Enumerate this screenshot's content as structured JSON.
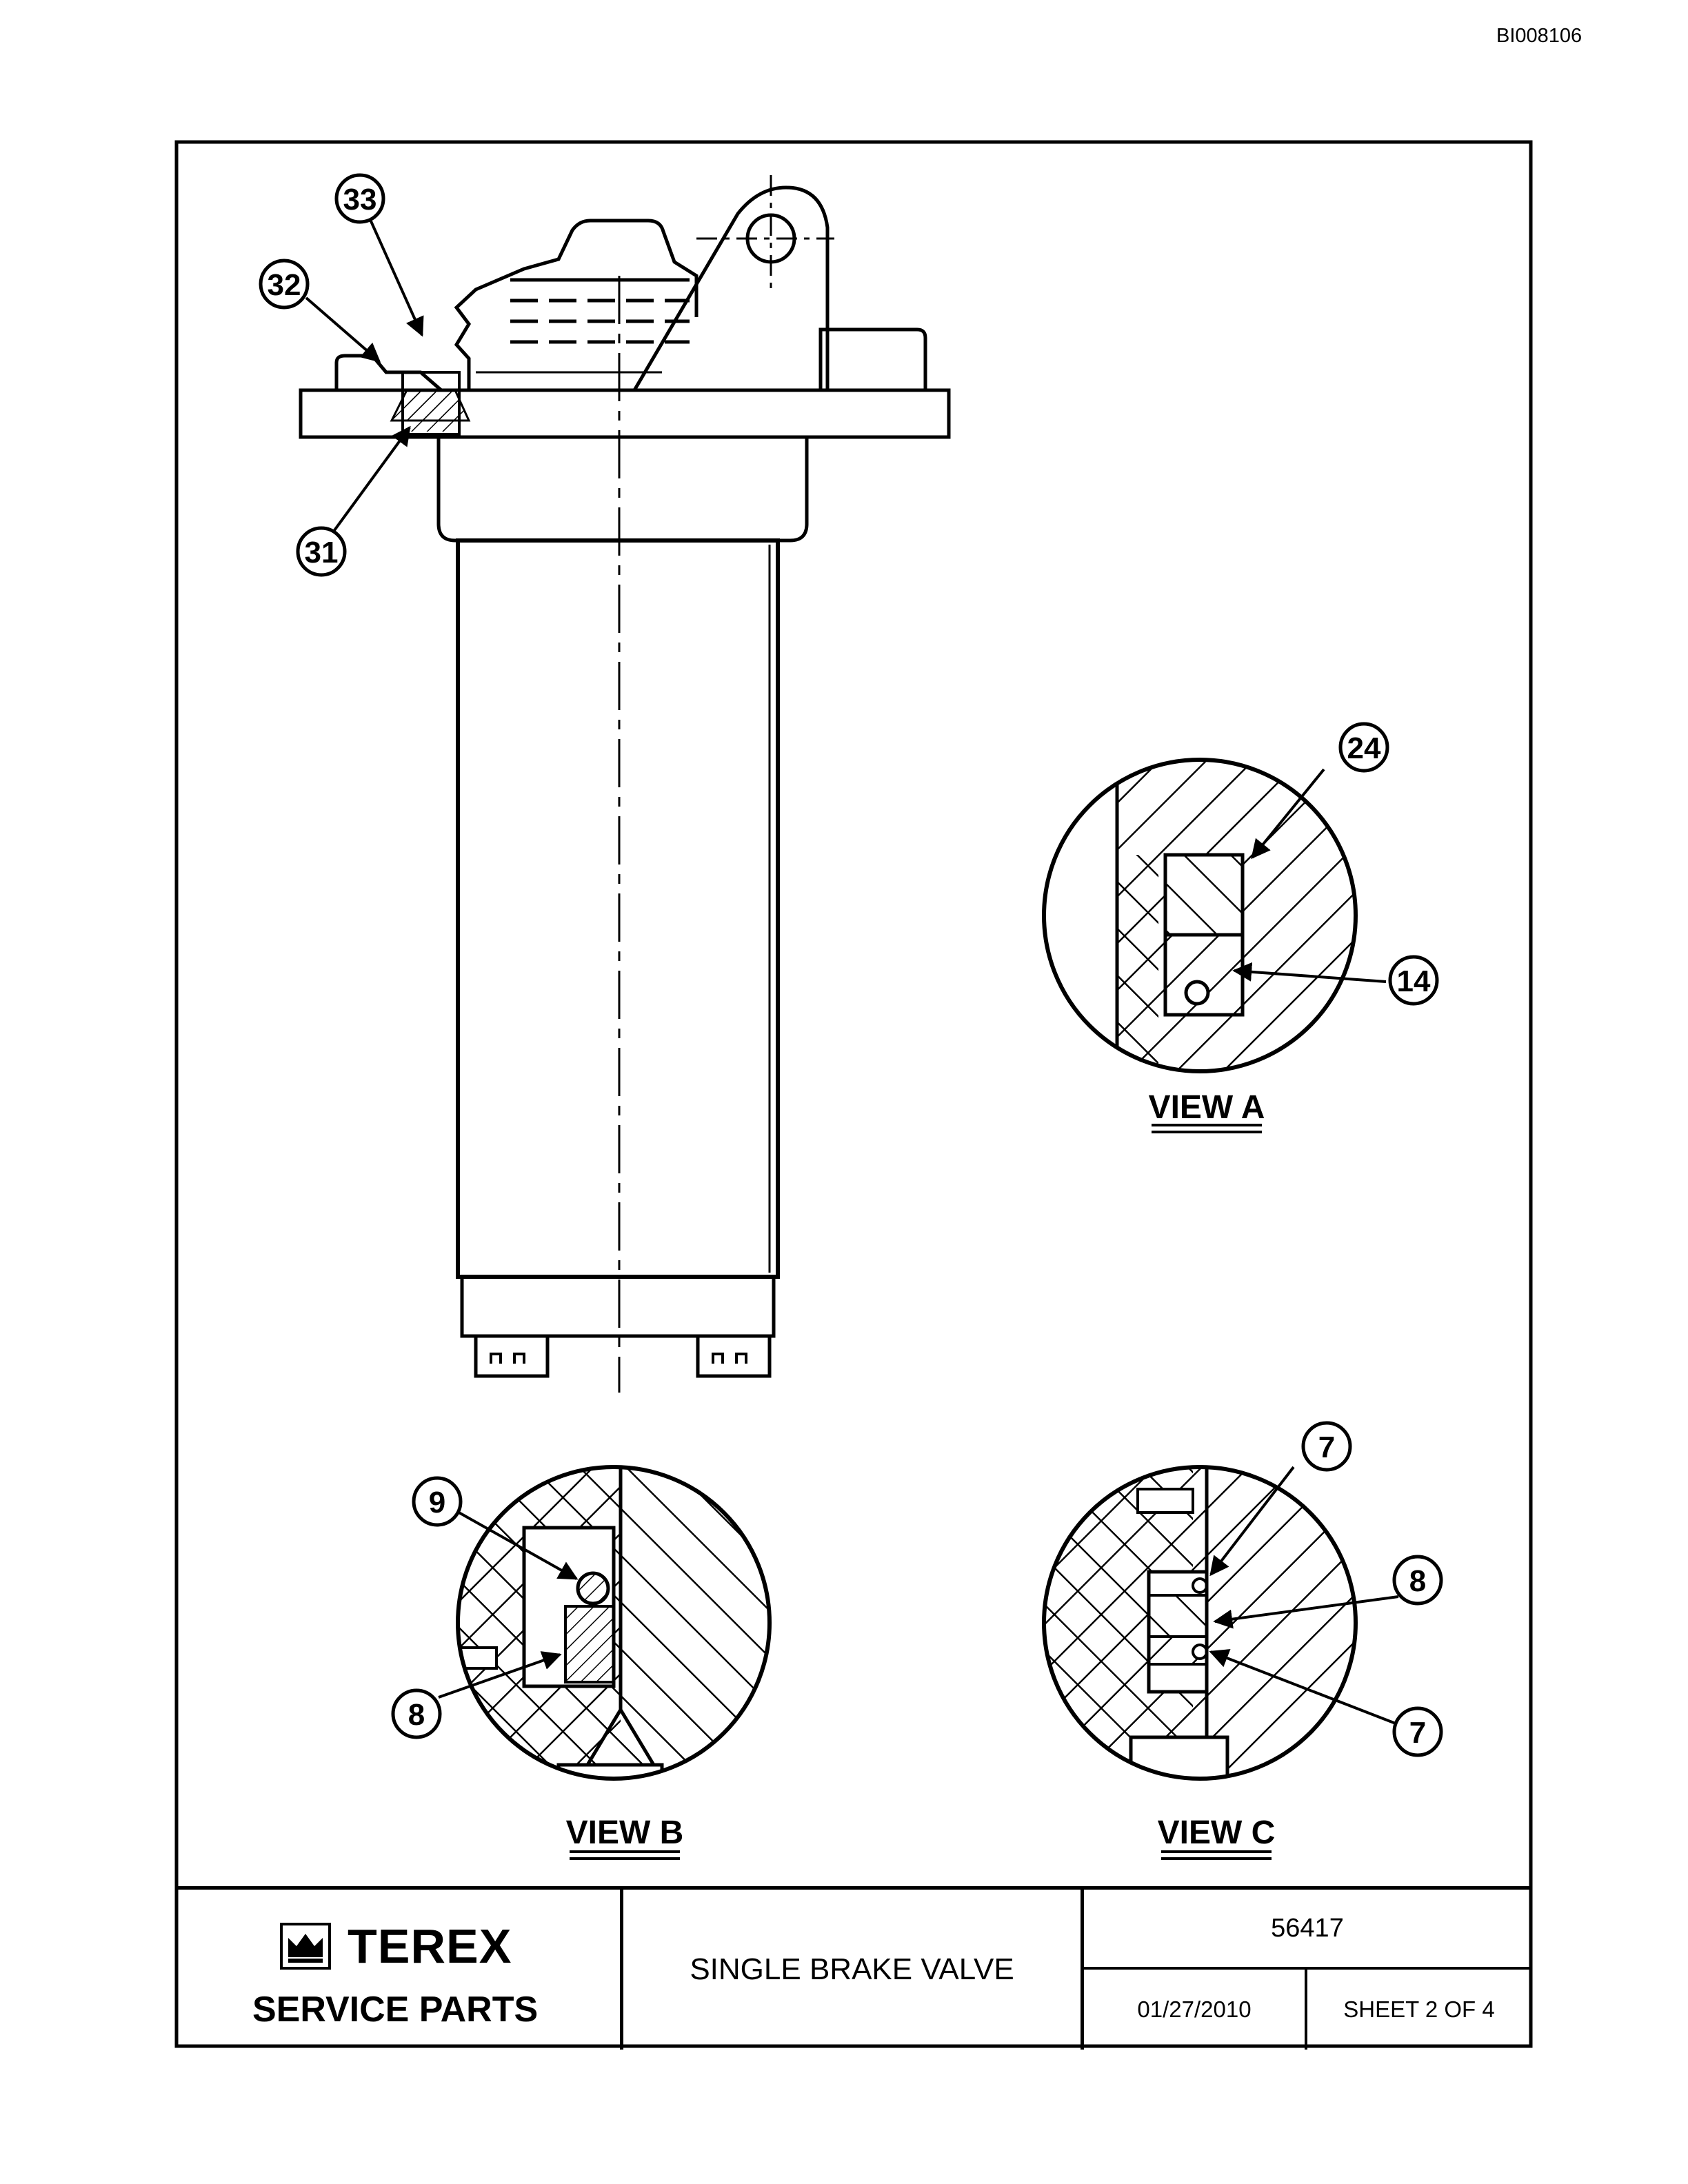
{
  "document_id": "BI008106",
  "callouts": {
    "c33": "33",
    "c32": "32",
    "c31": "31",
    "c24": "24",
    "c14": "14",
    "c9": "9",
    "c8b": "8",
    "c7a": "7",
    "c8c": "8",
    "c7b": "7"
  },
  "views": {
    "a": "VIEW A",
    "b": "VIEW B",
    "c": "VIEW C"
  },
  "title_block": {
    "brand": "TEREX",
    "service_label": "SERVICE PARTS",
    "title": "SINGLE BRAKE VALVE",
    "part_number": "56417",
    "date": "01/27/2010",
    "sheet": "SHEET 2 OF 4"
  },
  "icons": {
    "brand_logo": "terex-crown-logo-icon"
  }
}
